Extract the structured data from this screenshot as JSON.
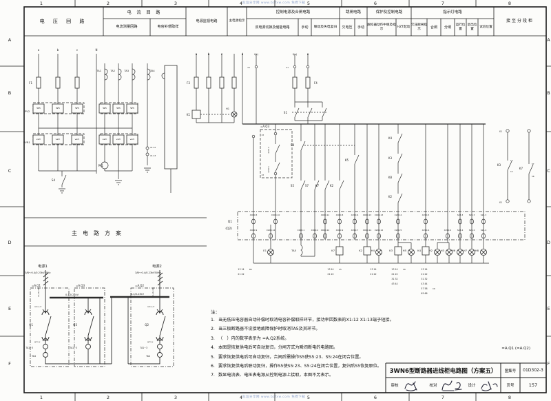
{
  "frame": {
    "cols": [
      "1",
      "2",
      "3",
      "4",
      "5",
      "6",
      "7",
      "8"
    ],
    "rows": [
      "A",
      "B",
      "C",
      "D",
      "E",
      "F"
    ]
  },
  "watermark": {
    "top": "标准分享网 www.bzfxw.com 免费下载",
    "bottom": "标准分享网 www.bzfxw.com 免费下载"
  },
  "header": {
    "cells": [
      "电 压 回 路",
      "电 流 回 路",
      "电流测量回路",
      "电容补偿取样",
      "电源监视电路",
      "主电源指示",
      "控制电源及合闸电路",
      "双电源切换及储能电路",
      "手动",
      "联动及失电复归",
      "跳闸电路",
      "欠电压",
      "手动",
      "保护及控制电路",
      "脱扣器动作中继及指示",
      "HZT起动",
      "指示灯电路",
      "欠压脱闸指示",
      "合闸",
      "分闸",
      "运行位置",
      "退出位置",
      "试验位置",
      "接至分段柜"
    ]
  },
  "notes": {
    "head": "注：",
    "items": [
      {
        "num": "1.",
        "text": "当无低压电容器自动补偿时取消电容补偿取样环节，接功率因数表的X1:12 X1:13端子短接。"
      },
      {
        "num": "2.",
        "text": "当三极断路器不设接地故障保护时取消TA5及其环节。"
      },
      {
        "num": "3.",
        "text": "（　）内的数字表示为 =A.Q2系统。"
      },
      {
        "num": "4.",
        "text": "本图是恢复供电后可自动复归，分闸方式为瞬间断电的电路图。"
      },
      {
        "num": "5.",
        "text": "要求恢复供电后可自动复归，合闸后需操作S5使S5:23、S5:24在闭合位置。"
      },
      {
        "num": "6.",
        "text": "要求恢复供电后联动复归，操作S5使S5:23、S5:24在闭合位置，复归后S5恢复原位。"
      },
      {
        "num": "7.",
        "text": "数显电流表、电压表电源从控制电源上接取，本图不另表示。"
      }
    ]
  },
  "titleblock": {
    "title": "3WN6型断路器进线柜电路图（方案五）",
    "atlas_label": "图集号",
    "atlas_no": "01D302-3",
    "review_label": "审核",
    "check_label": "校对",
    "design_label": "设计",
    "page_label": "页号",
    "page_no": "157"
  },
  "schematic": {
    "labels": [
      [
        56,
        74,
        "a",
        4
      ],
      [
        84,
        74,
        "b",
        4
      ],
      [
        112,
        74,
        "c",
        4
      ],
      [
        140,
        74,
        "N",
        4
      ],
      [
        47,
        122,
        "F1",
        4,
        "e"
      ],
      [
        36,
        163,
        "PV2",
        3.8,
        "s"
      ],
      [
        34,
        208,
        "PVR1",
        3.8,
        "s"
      ],
      [
        56,
        158,
        "Wh",
        3.4
      ],
      [
        84,
        158,
        "Wh",
        3.4
      ],
      [
        112,
        158,
        "Wh",
        3.4
      ],
      [
        152,
        158,
        "Wh",
        3.4
      ],
      [
        172,
        158,
        "Wh",
        3.4
      ],
      [
        192,
        158,
        "Wh",
        3.4
      ],
      [
        56,
        203,
        "varh",
        3
      ],
      [
        84,
        203,
        "varh",
        3
      ],
      [
        112,
        203,
        "varh",
        3
      ],
      [
        152,
        203,
        "varh",
        3
      ],
      [
        172,
        203,
        "varh",
        3
      ],
      [
        192,
        203,
        "varh",
        3
      ],
      [
        147,
        104,
        "TA1",
        3.6,
        "e"
      ],
      [
        167,
        104,
        "TA2",
        3.6,
        "e"
      ],
      [
        187,
        104,
        "TA3",
        3.6,
        "e"
      ],
      [
        218,
        104,
        "TA4",
        3.6,
        "s"
      ],
      [
        150,
        242,
        "PA1",
        4,
        "e"
      ],
      [
        80,
        263,
        "S4",
        4,
        "e"
      ],
      [
        218,
        215,
        "X1:12",
        2.8,
        "s"
      ],
      [
        218,
        227,
        "X1:13",
        2.8,
        "s"
      ],
      [
        285,
        80,
        "a",
        4
      ],
      [
        303,
        80,
        "b",
        4
      ],
      [
        322,
        80,
        "c",
        4
      ],
      [
        276,
        122,
        "F2",
        4,
        "e"
      ],
      [
        276,
        168,
        "K1",
        4,
        "e"
      ],
      [
        333,
        159,
        "H1",
        3.6,
        "e"
      ],
      [
        352,
        80,
        "d",
        4
      ],
      [
        372,
        80,
        "i(k)",
        3.6
      ],
      [
        363,
        99,
        "X1",
        2.8,
        "e"
      ],
      [
        428,
        80,
        "f(e)",
        3.6
      ],
      [
        447,
        80,
        "e",
        4
      ],
      [
        419,
        99,
        "X1",
        2.8,
        "e"
      ],
      [
        456,
        122,
        "F4",
        4,
        "s"
      ],
      [
        417,
        165,
        "S1",
        4,
        "e"
      ],
      [
        427,
        212,
        "S8",
        4,
        "e"
      ],
      [
        427,
        271,
        "S5",
        4,
        "e"
      ],
      [
        448,
        271,
        "S7",
        4,
        "e"
      ],
      [
        463,
        271,
        "K7",
        4,
        "e"
      ],
      [
        484,
        271,
        "K2",
        4,
        "e"
      ],
      [
        506,
        234,
        "K5",
        4,
        "e"
      ],
      [
        569,
        202,
        "K4",
        4,
        "e"
      ],
      [
        569,
        231,
        "K3",
        4,
        "e"
      ],
      [
        569,
        259,
        "K8",
        4,
        "e"
      ],
      [
        569,
        287,
        "K2",
        4,
        "e"
      ],
      [
        378,
        185,
        "=A.Q3",
        4,
        "s"
      ],
      [
        383,
        197,
        "X3",
        2.6,
        "e"
      ],
      [
        383,
        255,
        "X3",
        2.6,
        "e"
      ],
      [
        391,
        218,
        "X200.4",
        2.6,
        "m",
        -90
      ],
      [
        391,
        246,
        "X200.5",
        2.6,
        "m",
        -90
      ],
      [
        337,
        323,
        "Q1",
        4.4,
        "e"
      ],
      [
        337,
        333,
        "(Q2)",
        4.4,
        "e"
      ],
      [
        368,
        313,
        "X000.8",
        3
      ],
      [
        400,
        313,
        "X000.10",
        3
      ],
      [
        472,
        313,
        "X000.11",
        3
      ],
      [
        493,
        313,
        "X000.8",
        3
      ],
      [
        515,
        313,
        "X200.6",
        3
      ],
      [
        533,
        313,
        "X000.13",
        3
      ],
      [
        550,
        313,
        "X000.13",
        3
      ],
      [
        578,
        313,
        "X200.4",
        3
      ],
      [
        618,
        313,
        "X200.3",
        3
      ],
      [
        668,
        313,
        "S23.3",
        3
      ],
      [
        685,
        313,
        "S20.3",
        3
      ],
      [
        702,
        313,
        "S21.3",
        3
      ],
      [
        368,
        335,
        "X000.9",
        3
      ],
      [
        393,
        335,
        "X200.14",
        3
      ],
      [
        437,
        335,
        "X000.1",
        3
      ],
      [
        457,
        335,
        "X000.2",
        3
      ],
      [
        472,
        335,
        "X000.12",
        3
      ],
      [
        493,
        335,
        "X000.9",
        3
      ],
      [
        515,
        335,
        "X200.7",
        3
      ],
      [
        533,
        335,
        "X000.14",
        3
      ],
      [
        550,
        335,
        "X200.12",
        3
      ],
      [
        578,
        335,
        "X200.5",
        3
      ],
      [
        618,
        335,
        "X200.4",
        3
      ],
      [
        650,
        335,
        "X200.2",
        3
      ],
      [
        668,
        335,
        "S23.4",
        3
      ],
      [
        685,
        335,
        "S20.4",
        3
      ],
      [
        702,
        335,
        "S21.4",
        3
      ],
      [
        387,
        365,
        "E1",
        3.8,
        "e"
      ],
      [
        430,
        365,
        "TA5",
        3.8,
        "e"
      ],
      [
        486,
        365,
        "K7",
        3.8,
        "e"
      ],
      [
        526,
        365,
        "K2",
        3.8,
        "e"
      ],
      [
        544,
        365,
        "H4",
        3.8,
        "e"
      ],
      [
        570,
        365,
        "K3",
        3.8,
        "e"
      ],
      [
        590,
        365,
        "H5",
        3.8,
        "e"
      ],
      [
        611,
        365,
        "K4",
        3.8,
        "e"
      ],
      [
        628,
        365,
        "H2",
        3.8,
        "e"
      ],
      [
        645,
        365,
        "H3",
        3.8,
        "e"
      ],
      [
        661,
        365,
        "H6",
        3.8,
        "e"
      ],
      [
        678,
        365,
        "H7",
        3.8,
        "e"
      ],
      [
        695,
        365,
        "H8",
        3.8,
        "e"
      ],
      [
        350,
        392,
        "13 14",
        3.2
      ],
      [
        350,
        399,
        "21 22",
        3.2
      ],
      [
        362,
        392,
        "B4",
        2.8,
        "s"
      ],
      [
        480,
        392,
        "13 14",
        3.2
      ],
      [
        480,
        399,
        "21 22",
        3.2
      ],
      [
        492,
        392,
        "C5",
        2.8,
        "s"
      ],
      [
        542,
        392,
        "13 14",
        3.2
      ],
      [
        542,
        399,
        "21 22",
        3.2
      ],
      [
        573,
        392,
        "13 14",
        3.2
      ],
      [
        573,
        399,
        "21 22",
        3.2
      ],
      [
        573,
        406,
        "31 32",
        3.2
      ],
      [
        573,
        413,
        "43 44",
        3.2
      ],
      [
        585,
        392,
        "C6",
        2.8,
        "s"
      ],
      [
        616,
        392,
        "13 14",
        3.2
      ],
      [
        616,
        399,
        "21 22",
        3.2
      ],
      [
        616,
        406,
        "31 32",
        3.2
      ],
      [
        616,
        413,
        "43 44",
        3.2
      ],
      [
        616,
        420,
        "57 58",
        3.2
      ],
      [
        616,
        427,
        "65 66",
        3.2
      ],
      [
        628,
        420,
        "C6",
        2.8,
        "s"
      ],
      [
        729,
        192,
        "X1",
        3.2,
        "e"
      ],
      [
        729,
        295,
        "X1",
        3.2,
        "e"
      ],
      [
        727,
        241,
        "K3",
        4,
        "e"
      ],
      [
        741,
        234,
        "13",
        2.8,
        "s"
      ],
      [
        741,
        250,
        "14",
        2.8,
        "s"
      ],
      [
        759,
        246,
        "K7",
        4,
        "e"
      ],
      [
        772,
        239,
        "57",
        2.8,
        "s"
      ],
      [
        772,
        257,
        "58",
        2.8,
        "s"
      ],
      [
        770,
        507,
        "=A.Q1 (=A.Q2)",
        5.5,
        "e"
      ],
      [
        140,
        341,
        "主　电　路　方　案",
        8
      ],
      [
        62,
        388,
        "电源1",
        5.2
      ],
      [
        36,
        397,
        "3/N～0.4/0.23kV50Hz",
        3.5,
        "s"
      ],
      [
        228,
        388,
        "电源2",
        5.2
      ],
      [
        196,
        397,
        "3/N～0.4/0.23kV50Hz",
        3.5,
        "s"
      ],
      [
        46,
        416,
        "=A.Q1",
        4,
        "s"
      ],
      [
        110,
        416,
        "=A.Q3",
        4,
        "s"
      ],
      [
        196,
        416,
        "=A.Q2",
        4,
        "s"
      ],
      [
        95,
        429,
        "0.4/0.23kV",
        3.5,
        "s"
      ],
      [
        190,
        428,
        "0.4/0.23kV",
        3.5,
        "s"
      ],
      [
        50,
        446,
        "a,b,c,d",
        3,
        "s"
      ],
      [
        214,
        446,
        "a,b,c,d",
        3,
        "s"
      ],
      [
        50,
        497,
        "g,h,i,j",
        3,
        "s"
      ],
      [
        214,
        497,
        "g,h,i,j",
        3,
        "s"
      ],
      [
        48,
        473,
        "Q1",
        4,
        "e"
      ],
      [
        112,
        473,
        "Q3",
        4,
        "e"
      ],
      [
        216,
        473,
        "Q2",
        4,
        "e"
      ],
      [
        48,
        506,
        "TA1~3",
        3.2,
        "e"
      ],
      [
        52,
        518,
        "TA4",
        3.2,
        "e"
      ],
      [
        112,
        506,
        "TA1~3",
        3.2,
        "e"
      ],
      [
        214,
        506,
        "TA1~3",
        3.2,
        "e"
      ],
      [
        218,
        518,
        "TA4",
        3.2,
        "e"
      ],
      [
        57,
        424,
        "L1,L2,L3,N",
        2.6,
        "m",
        -90
      ],
      [
        223,
        424,
        "L1,L2,L3,N",
        2.6,
        "m",
        -90
      ]
    ]
  }
}
